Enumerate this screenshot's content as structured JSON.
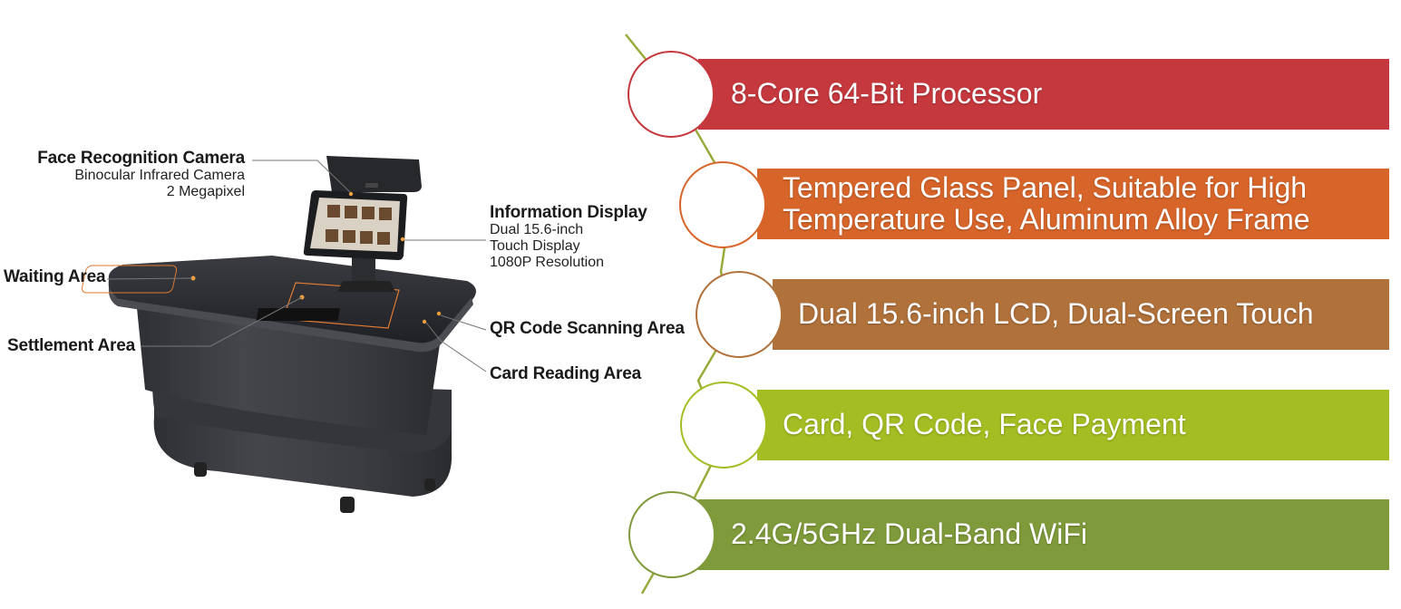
{
  "callouts": {
    "face_camera": {
      "title": "Face Recognition Camera",
      "line1": "Binocular Infrared Camera",
      "line2": "2 Megapixel"
    },
    "info_display": {
      "title": "Information Display",
      "line1": "Dual 15.6-inch",
      "line2": "Touch Display",
      "line3": "1080P Resolution"
    },
    "waiting_area": {
      "title": "Waiting Area"
    },
    "settlement_area": {
      "title": "Settlement Area"
    },
    "qr_area": {
      "title": "QR Code Scanning Area"
    },
    "card_area": {
      "title": "Card Reading Area"
    }
  },
  "features": [
    {
      "text": "8-Core 64-Bit Processor",
      "color": "#c5383d",
      "ring": "#c5383d"
    },
    {
      "text": "Tempered Glass Panel, Suitable for High Temperature Use, Aluminum Alloy Frame",
      "color": "#d7652a",
      "ring": "#d7652a"
    },
    {
      "text": "Dual 15.6-inch LCD, Dual-Screen Touch",
      "color": "#b0713b",
      "ring": "#b0713b"
    },
    {
      "text": "Card, QR Code, Face Payment",
      "color": "#a4bd22",
      "ring": "#a4bd22"
    },
    {
      "text": "2.4G/5GHz Dual-Band WiFi",
      "color": "#7f9a3a",
      "ring": "#7f9a3a"
    }
  ],
  "colors": {
    "timeline_line": "#9aaa3a",
    "counter_body": "#3b3d42",
    "counter_top": "#2c2e33"
  },
  "icons": {
    "product": "self-service-checkout-counter"
  }
}
